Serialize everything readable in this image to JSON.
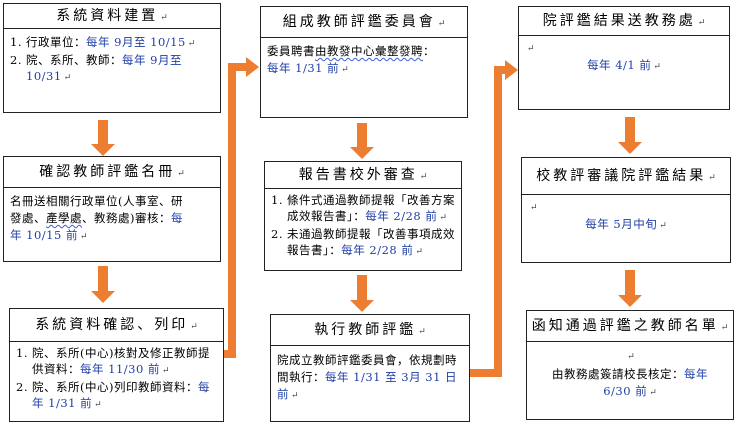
{
  "col1": {
    "box1": {
      "title": "系統資料建置",
      "mark": "↵",
      "items": [
        {
          "num": "1.",
          "pre": "行政單位：",
          "blue": "每年 9月至 10/15",
          "mark": "↵"
        },
        {
          "num": "2.",
          "pre": "院、系所、教師：",
          "blue": "每年 9月至 10/31",
          "mark": "↵"
        }
      ]
    },
    "box2": {
      "title": "確認教師評鑑名冊",
      "mark": "↵",
      "line1": "名冊送相關行政單位(人事室、研",
      "line2a": "發處、",
      "line2b": "產學處",
      "line2c": "、教務處)審核：",
      "blue1": "每",
      "blue2": "年 10/15 前",
      "mark2": "↵"
    },
    "box3": {
      "title": "系統資料確認、列印",
      "mark": "↵",
      "items": [
        {
          "num": "1.",
          "pre": "院、系所(中心)核對及修正教師提供資料：",
          "blue": "每年 11/30 前",
          "mark": "↵"
        },
        {
          "num": "2.",
          "pre": "院、系所(中心)列印教師資料：",
          "blue": "每年 1/31 前",
          "mark": "↵"
        }
      ]
    }
  },
  "col2": {
    "box1": {
      "title": "組成教師評鑑委員會",
      "mark": "↵",
      "pre": "委員聘書",
      "wavy": "由教發中心彙整發聘",
      "post": "：",
      "blue": "每年 1/31 前",
      "mark2": "↵"
    },
    "box2": {
      "title": "報告書校外審查",
      "mark": "↵",
      "items": [
        {
          "num": "1.",
          "pre": "條件式通過教師提報「改善方案成效報告書」：",
          "blue": "每年 2/28 前",
          "mark": "↵"
        },
        {
          "num": "2.",
          "pre": "未通過教師提報「改善事項成效報告書」：",
          "blue": "每年 2/28 前",
          "mark": "↵"
        }
      ]
    },
    "box3": {
      "title": "執行教師評鑑",
      "mark": "↵",
      "pre": "院成立教師評鑑委員會，依規劃時間執行：",
      "blue": "每年 1/31 至 3月 31 日前",
      "mark2": "↵"
    }
  },
  "col3": {
    "box1": {
      "title": "院評鑑結果送教務處",
      "mark": "↵",
      "mark_top": "↵",
      "blue": "每年 4/1 前",
      "mark2": "↵"
    },
    "box2": {
      "title": "校教評審議院評鑑結果",
      "mark": "↵",
      "mark_top": "↵",
      "blue": "每年 5月中旬",
      "mark2": "↵"
    },
    "box3": {
      "title": "函知通過評鑑之教師名單",
      "mark": "↵",
      "mark_top": "↵",
      "pre": "由教務處簽請校長核定：",
      "blue1": "每年",
      "blue2": "6/30 前",
      "mark2": "↵"
    }
  },
  "colors": {
    "arrow": "#ed7d31",
    "blue_text": "#1f3fa8",
    "border": "#222222"
  }
}
